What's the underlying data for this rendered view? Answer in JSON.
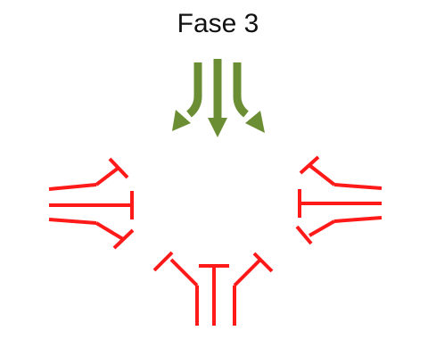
{
  "diagram": {
    "title": "Fase 3",
    "colors": {
      "flow_arrows": "#6b8e34",
      "signal_stops": "#ff1a1a"
    },
    "elements": {
      "flow_arrows": "green-curved-arrows-icon",
      "signal_groups": [
        "west-signal-group",
        "south-signal-group",
        "east-signal-group"
      ]
    }
  }
}
